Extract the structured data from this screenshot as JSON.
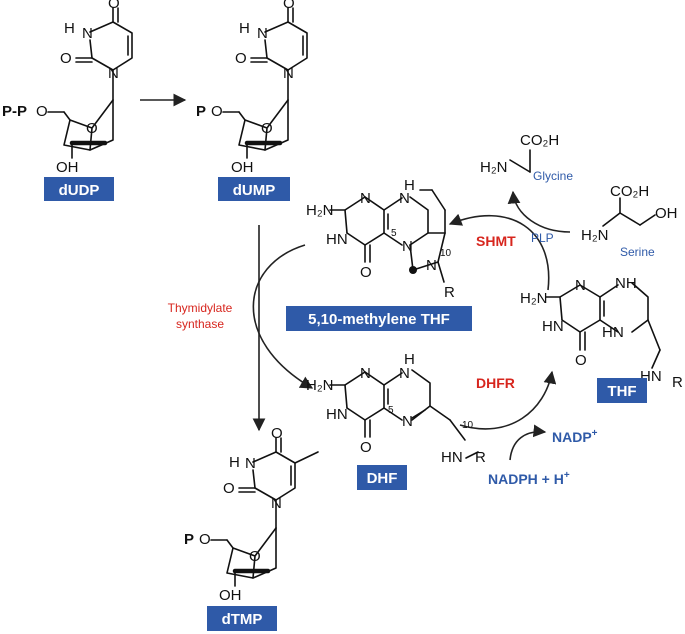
{
  "molecules": {
    "dudp": "dUDP",
    "dump": "dUMP",
    "dtmp": "dTMP",
    "methylene_thf": "5,10-methylene THF",
    "dhf": "DHF",
    "thf": "THF"
  },
  "enzymes": {
    "thymidylate_synthase_line1": "Thymidylate",
    "thymidylate_synthase_line2": "synthase",
    "shmt": "SHMT",
    "dhfr": "DHFR"
  },
  "cofactors": {
    "nadp": "NADP",
    "nadp_sup": "+",
    "nadph": "NADPH + H",
    "nadph_sup": "+",
    "plp": "PLP",
    "glycine": "Glycine",
    "serine": "Serine"
  },
  "atoms": {
    "H": "H",
    "N": "N",
    "O": "O",
    "OH": "OH",
    "P": "P",
    "PP": "P-P",
    "H2N": "H₂N",
    "CO2H": "CO₂H",
    "NH": "NH",
    "HN": "HN",
    "R": "R",
    "pos5": "5",
    "pos10": "10"
  },
  "colors": {
    "badge": "#2f5aa8",
    "enzyme": "#d7261e",
    "cofactor": "#2f5aa8"
  }
}
